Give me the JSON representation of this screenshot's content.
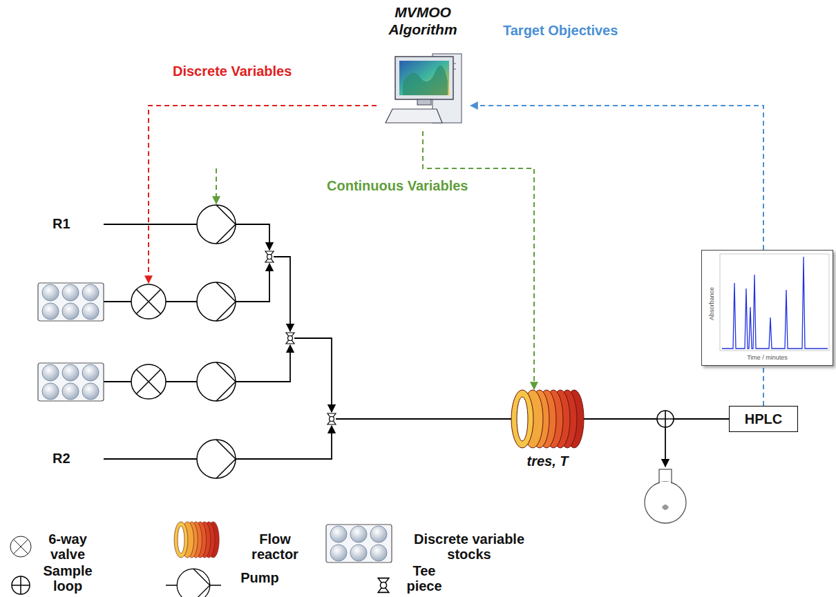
{
  "diagram": {
    "nodes": [
      {
        "text": [
          "MVMOO Algorithm"
        ]
      },
      {
        "text": [
          "Absorbance",
          "Time / minutes"
        ]
      },
      {
        "text": [
          "tres, T"
        ]
      },
      {
        "text": [
          "HPLC"
        ]
      }
    ],
    "edges": [
      {
        "from": 0,
        "to": 2,
        "arrow": "to",
        "label": "Continuous Variables"
      },
      {
        "from": 3,
        "to": 1,
        "arrow": "none"
      },
      {
        "from": 1,
        "to": 0,
        "arrow": "to",
        "label": "Target Objectives"
      }
    ],
    "labels": [
      "Discrete Variables",
      "R1",
      "R2"
    ],
    "legend": [
      {
        "text": "6-way valve"
      },
      {
        "text": "Flow reactor"
      },
      {
        "text": "Discrete variable stocks"
      },
      {
        "text": "Sample loop"
      },
      {
        "text": "Pump"
      },
      {
        "text": "Tee piece"
      }
    ]
  }
}
